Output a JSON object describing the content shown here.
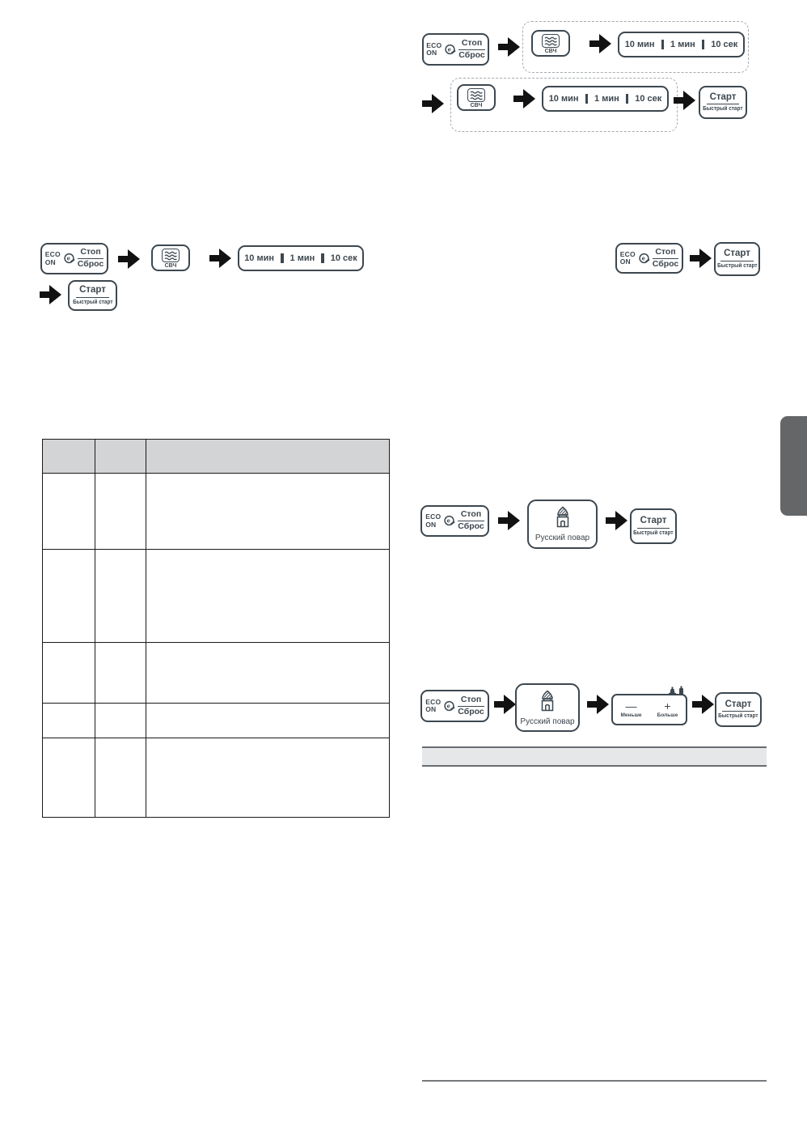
{
  "colors": {
    "button_outline": "#3d474f",
    "arrow": "#121212",
    "table_border": "#1a1a1a",
    "table_header_bg": "#d2d4d6",
    "section_bar_bg": "#e5e7e9",
    "section_bar_border": "#686d71",
    "side_tab_bg": "#646668",
    "dashed_outline": "#a6abaf"
  },
  "buttons": {
    "eco": {
      "eco_line1": "ECO",
      "eco_line2": "ON",
      "stop": "Стоп",
      "reset": "Сброс"
    },
    "microwave": {
      "label": "СВЧ"
    },
    "time": {
      "seg1": "10 мин",
      "seg2": "1 мин",
      "seg3": "10 сек"
    },
    "start": {
      "main": "Старт",
      "sub": "Быстрый старт"
    },
    "chef": {
      "label": "Русский повар"
    },
    "adjust": {
      "minus_sign": "—",
      "plus_sign": "+",
      "minus_label": "Меньше",
      "plus_label": "Больше"
    }
  },
  "sequences": {
    "top_right": [
      "eco",
      "microwave",
      "time",
      "microwave",
      "time",
      "start"
    ],
    "left_middle": [
      "eco",
      "microwave",
      "time",
      "start"
    ],
    "right_quick_start": [
      "eco",
      "start"
    ],
    "chef_basic": [
      "eco",
      "chef",
      "start"
    ],
    "chef_with_portion": [
      "eco",
      "chef",
      "adjust",
      "start"
    ]
  },
  "table": {
    "columns": [
      "",
      "",
      ""
    ],
    "rows": [
      [
        "",
        "",
        ""
      ],
      [
        "",
        "",
        ""
      ],
      [
        "",
        "",
        ""
      ],
      [
        "",
        "",
        ""
      ],
      [
        "",
        "",
        ""
      ]
    ]
  }
}
